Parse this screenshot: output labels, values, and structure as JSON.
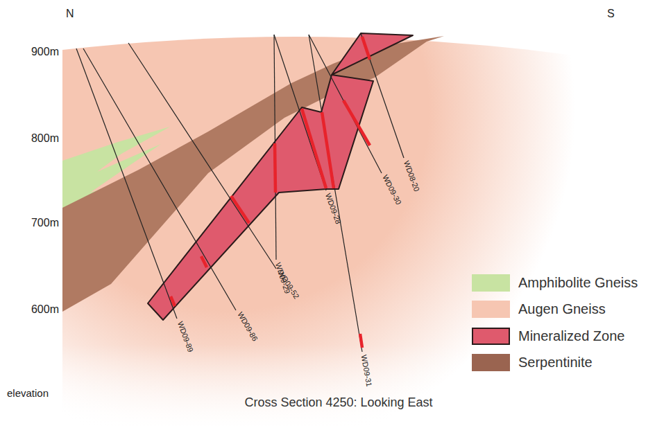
{
  "diagram": {
    "caption": "Cross Section 4250: Looking East",
    "labels": [
      "N",
      "S",
      "900m",
      "800m",
      "700m",
      "600m",
      "elevation",
      "WD09-89",
      "WD09-86",
      "WD09-29",
      "WD09-52",
      "WD09-28",
      "WD09-30",
      "WD08-20",
      "WD09-31"
    ],
    "legend": [
      {
        "text": "Amphibolite Gneiss",
        "color": "#c8e3a2"
      },
      {
        "text": "Augen Gneiss",
        "color": "#f6c6b2"
      },
      {
        "text": "Mineralized Zone",
        "color": "#df5a6d"
      },
      {
        "text": "Serpentinite",
        "color": "#9a6450"
      }
    ]
  }
}
